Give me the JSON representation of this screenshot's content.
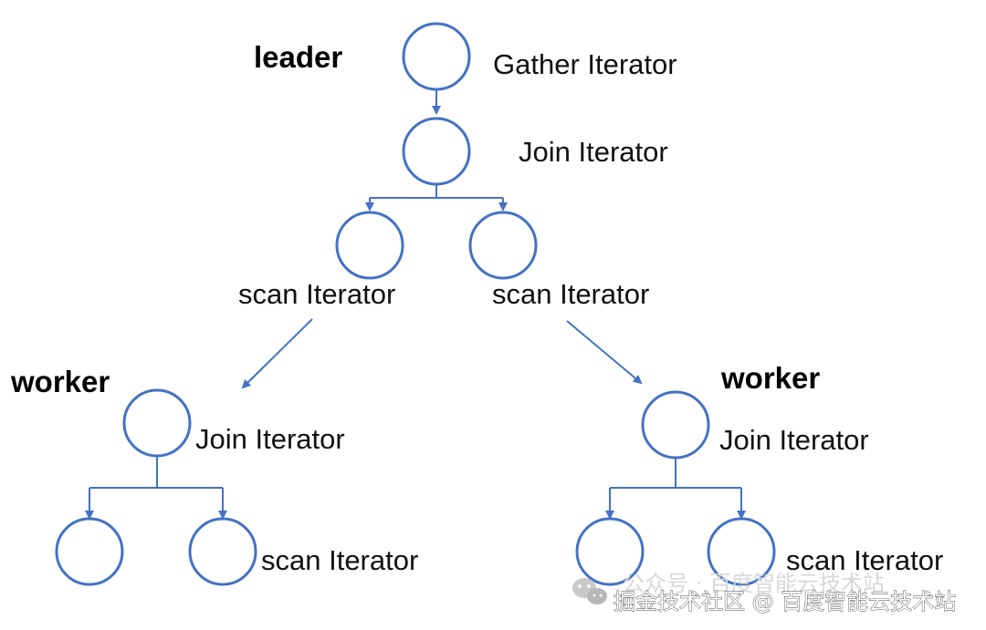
{
  "diagram": {
    "role_labels": {
      "leader": "leader",
      "worker_left": "worker",
      "worker_right": "worker"
    },
    "node_labels": {
      "gather": "Gather Iterator",
      "join_top": "Join Iterator",
      "scan_top_left": "scan Iterator",
      "scan_top_right": "scan Iterator",
      "join_left": "Join Iterator",
      "scan_left": "scan Iterator",
      "join_right": "Join Iterator",
      "scan_right": "scan Iterator"
    },
    "colors": {
      "node_stroke": "#4472c4",
      "edge": "#4472c4",
      "text": "#111111"
    }
  },
  "watermark": {
    "faint_line": "公众号 · 百度智能云技术站",
    "main_text": "掘金技术社区 @ 百度智能云技术站",
    "icon": "wechat-icon"
  }
}
